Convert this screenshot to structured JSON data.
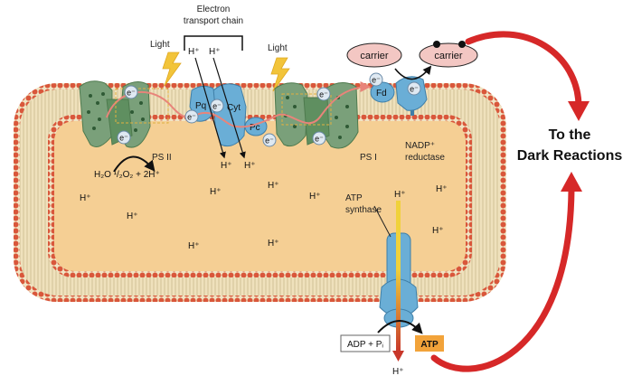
{
  "labels": {
    "etc_line1": "Electron",
    "etc_line2": "transport chain",
    "light_left": "Light",
    "light_right": "Light",
    "carrier_left": "carrier",
    "carrier_right": "carrier",
    "psii": "PS II",
    "psi": "PS I",
    "pq": "Pq",
    "cyt": "Cyt",
    "pc": "Pc",
    "fd": "Fd",
    "electron": "e⁻",
    "nadp_line1": "NADP⁺",
    "nadp_line2": "reductase",
    "atp_line1": "ATP",
    "atp_line2": "synthase",
    "water_reaction": "H₂O  ¹/₂O₂ + 2H⁺",
    "adp": "ADP + Pᵢ",
    "atp": "ATP",
    "dark_line1": "To the",
    "dark_line2": "Dark Reactions",
    "h_plus": "H⁺"
  },
  "colors": {
    "lipid_head": "#d9573b",
    "lumen_fill": "#f5cf94",
    "psii_green": "#7aa07a",
    "protein_blue": "#6aaed6",
    "light_yellow": "#f2c43a",
    "carrier_fill": "#f3c7c3",
    "atp_orange": "#f2a33a",
    "arrow_red": "#d62828",
    "electron_path": "#e8847a"
  },
  "icons": [
    "light-bolt-icon",
    "electron-icon",
    "curved-arrow-icon",
    "proton-channel-icon"
  ]
}
